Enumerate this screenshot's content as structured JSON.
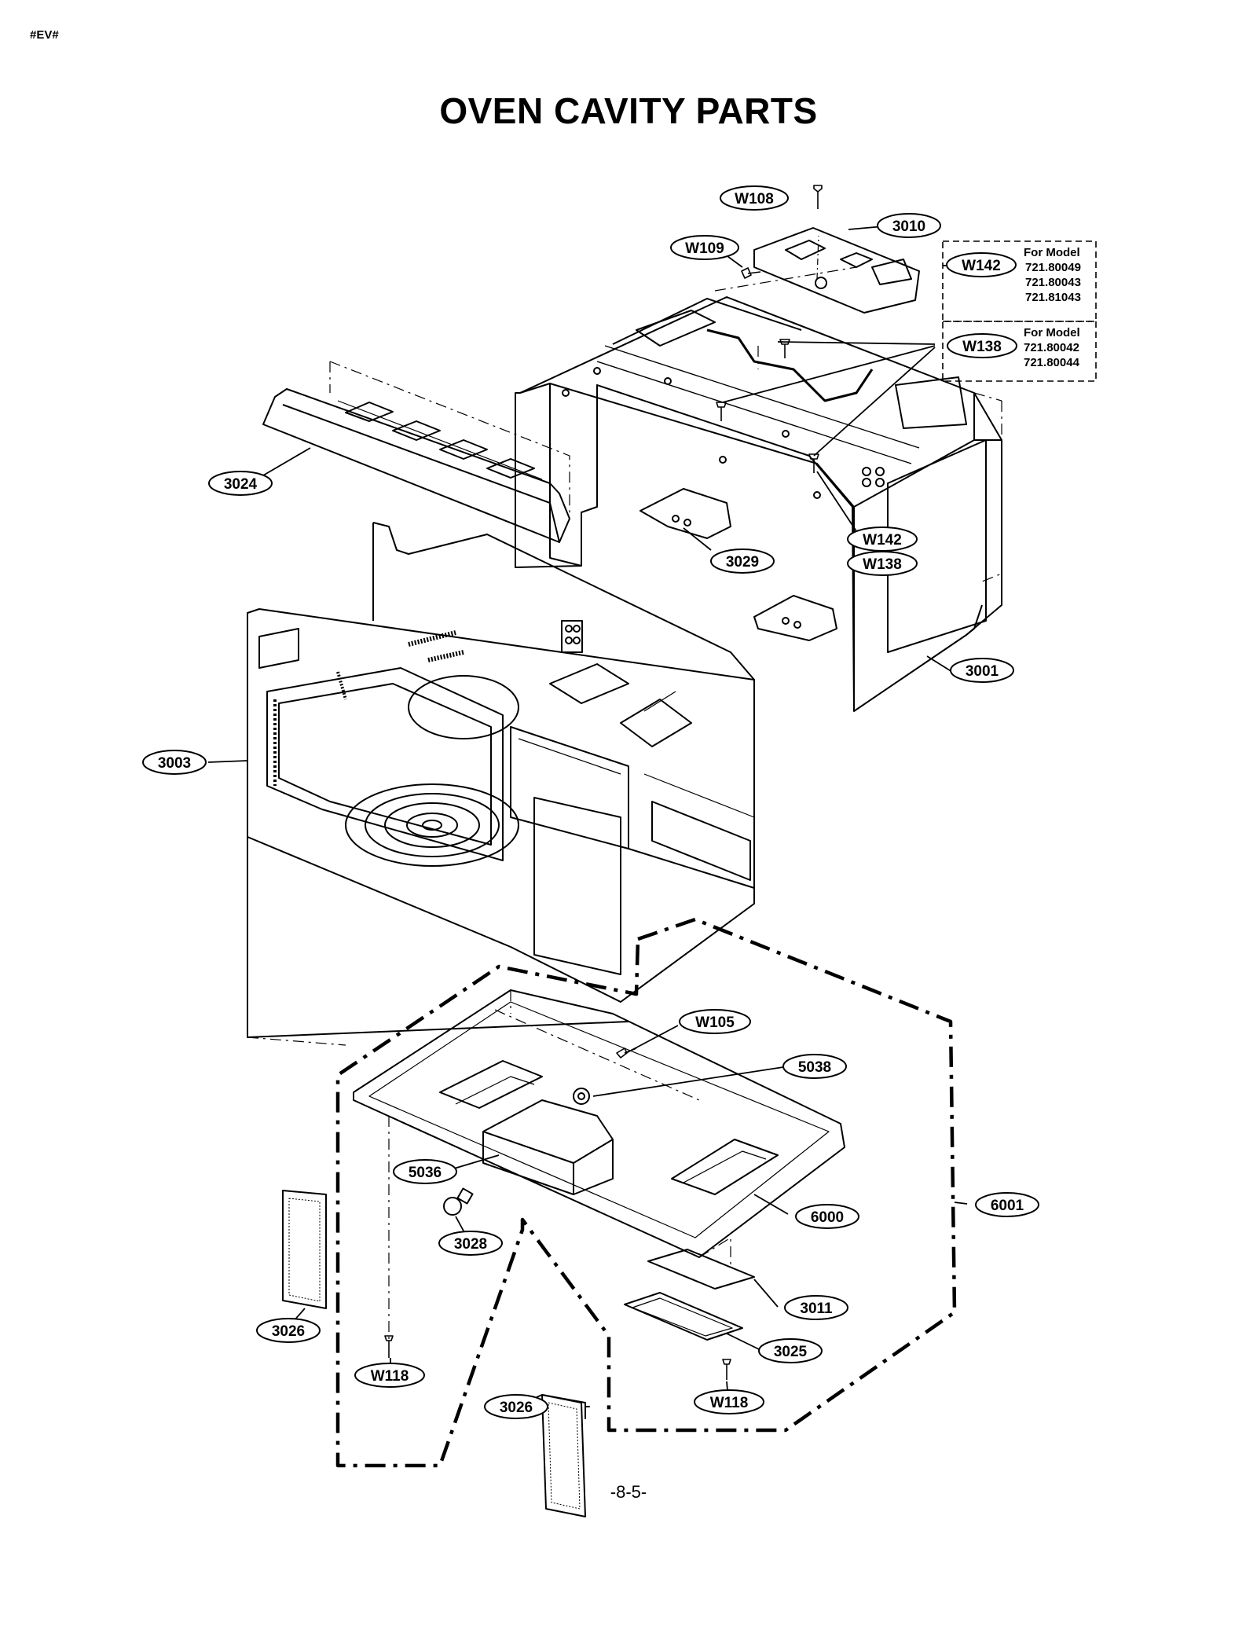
{
  "header": {
    "corner_tag": "#EV#",
    "title": "OVEN CAVITY PARTS"
  },
  "footer": {
    "page_number": "-8-5-"
  },
  "model_notes": [
    {
      "heading": "For Model",
      "models": [
        "721.80049",
        "721.80043",
        "721.81043"
      ]
    },
    {
      "heading": "For Model",
      "models": [
        "721.80042",
        "721.80044"
      ]
    }
  ],
  "callouts": [
    "W108",
    "3010",
    "W109",
    "W142",
    "W138",
    "3024",
    "W142",
    "W138",
    "3029",
    "3001",
    "3003",
    "W105",
    "5038",
    "5036",
    "6000",
    "6001",
    "3028",
    "3011",
    "3025",
    "3026",
    "W118",
    "3026",
    "W118"
  ]
}
